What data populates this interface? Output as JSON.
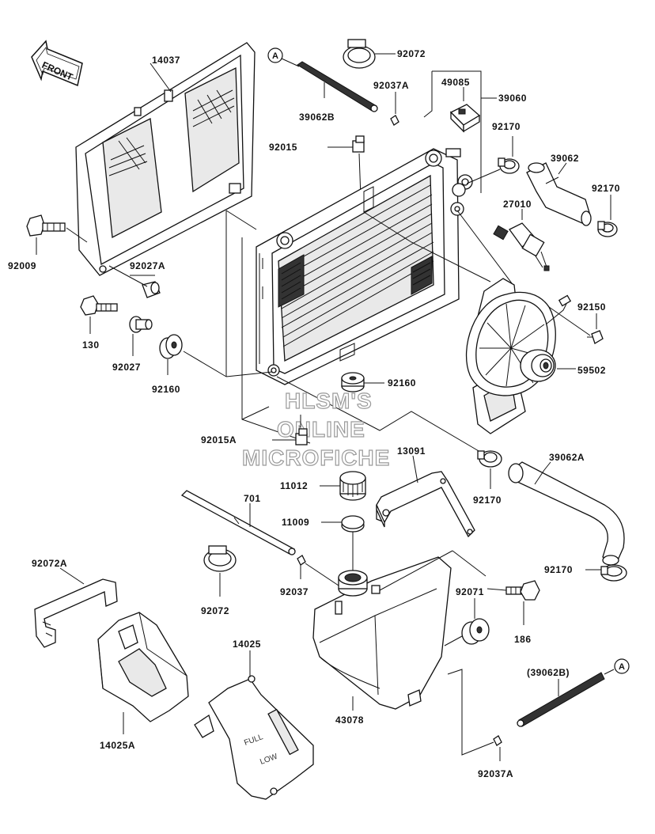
{
  "labels": {
    "front_arrow": "FRONT",
    "screen_14037": "14037",
    "bolt_92009": "92009",
    "collar_92027a": "92027A",
    "bolt_130": "130",
    "collar_92027": "92027",
    "grommet_92160_left": "92160",
    "hose_39062b": "39062B",
    "clamp_92072_top": "92072",
    "clip_92037a_top": "92037A",
    "clip_92015": "92015",
    "damper_49085": "49085",
    "radiator_39060": "39060",
    "clamp_92170_upper": "92170",
    "hose_39062": "39062",
    "clamp_92170_right": "92170",
    "switch_27010": "27010",
    "bolt_92150": "92150",
    "fan_59502": "59502",
    "grommet_92160_mid": "92160",
    "clip_92015a": "92015A",
    "bracket_13091": "13091",
    "cap_11012": "11012",
    "clamp_92170_mid": "92170",
    "hose_39062a": "39062A",
    "hose_701": "701",
    "cap_11009": "11009",
    "clamp_92170_lower": "92170",
    "bracket_92072a": "92072A",
    "clamp_92072_lower": "92072",
    "clip_92037": "92037",
    "grommet_92071": "92071",
    "bolt_186": "186",
    "cover_14025": "14025",
    "hose_39062b_ref": "(39062B)",
    "guard_14025a": "14025A",
    "tank_43078": "43078",
    "clip_92037a_lower": "92037A"
  },
  "ref_markers": {
    "top": "A",
    "bottom": "A"
  },
  "gauge": {
    "full": "FULL",
    "low": "LOW"
  },
  "watermark": {
    "line1": "HLSM'S",
    "line2": "ONLINE",
    "line3": "MICROFICHE"
  },
  "colors": {
    "line": "#111111",
    "watermark_outline": "#9a9a9a"
  }
}
